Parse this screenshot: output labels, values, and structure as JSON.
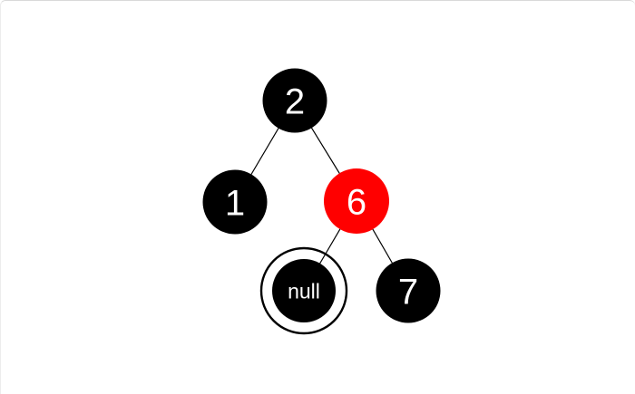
{
  "colors": {
    "node_black": "#000000",
    "node_red": "#ff0000",
    "node_text": "#ffffff",
    "edge": "#000000",
    "highlight_ring": "#000000",
    "canvas_bg": "#ffffff",
    "frame_border": "#d9d9d9"
  },
  "tree": {
    "type": "red-black-tree",
    "nodes": [
      {
        "id": "2",
        "label": "2",
        "color": "black",
        "role": "root",
        "highlighted": false
      },
      {
        "id": "1",
        "label": "1",
        "color": "black",
        "role": "left child of 2",
        "highlighted": false
      },
      {
        "id": "6",
        "label": "6",
        "color": "red",
        "role": "right child of 2",
        "highlighted": false
      },
      {
        "id": "null",
        "label": "null",
        "color": "black",
        "role": "left child of 6",
        "highlighted": true
      },
      {
        "id": "7",
        "label": "7",
        "color": "black",
        "role": "right child of 6",
        "highlighted": false
      }
    ],
    "edges": [
      {
        "from": "2",
        "to": "1"
      },
      {
        "from": "2",
        "to": "6"
      },
      {
        "from": "6",
        "to": "null"
      },
      {
        "from": "6",
        "to": "7"
      }
    ]
  }
}
